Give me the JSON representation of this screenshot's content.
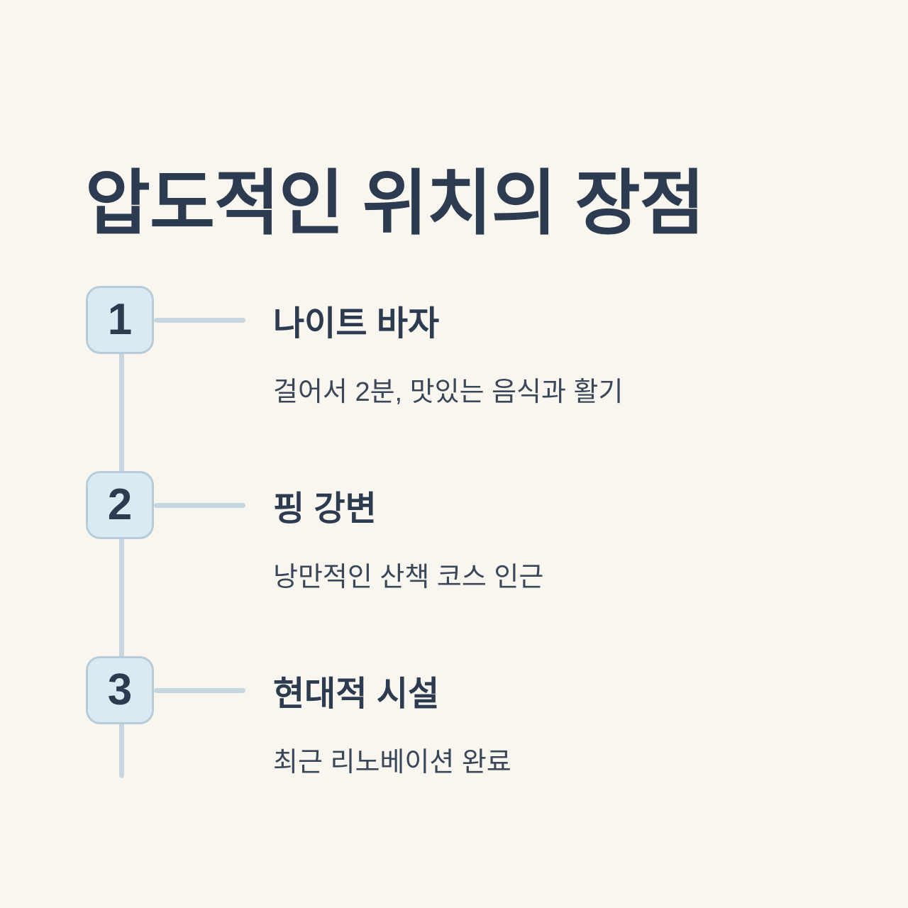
{
  "page": {
    "title": "압도적인 위치의 장점"
  },
  "timeline": {
    "items": [
      {
        "number": "1",
        "heading": "나이트 바자",
        "description": "걸어서 2분, 맛있는 음식과 활기"
      },
      {
        "number": "2",
        "heading": "핑 강변",
        "description": "낭만적인 산책 코스 인근"
      },
      {
        "number": "3",
        "heading": "현대적 시설",
        "description": "최근 리노베이션 완료"
      }
    ]
  },
  "colors": {
    "background": "#f9f6ef",
    "text_primary": "#2d3b50",
    "text_secondary": "#3a4759",
    "badge_fill": "#daeaf2",
    "badge_border": "#b7ccd8",
    "connector_line": "#c7d7e0"
  }
}
